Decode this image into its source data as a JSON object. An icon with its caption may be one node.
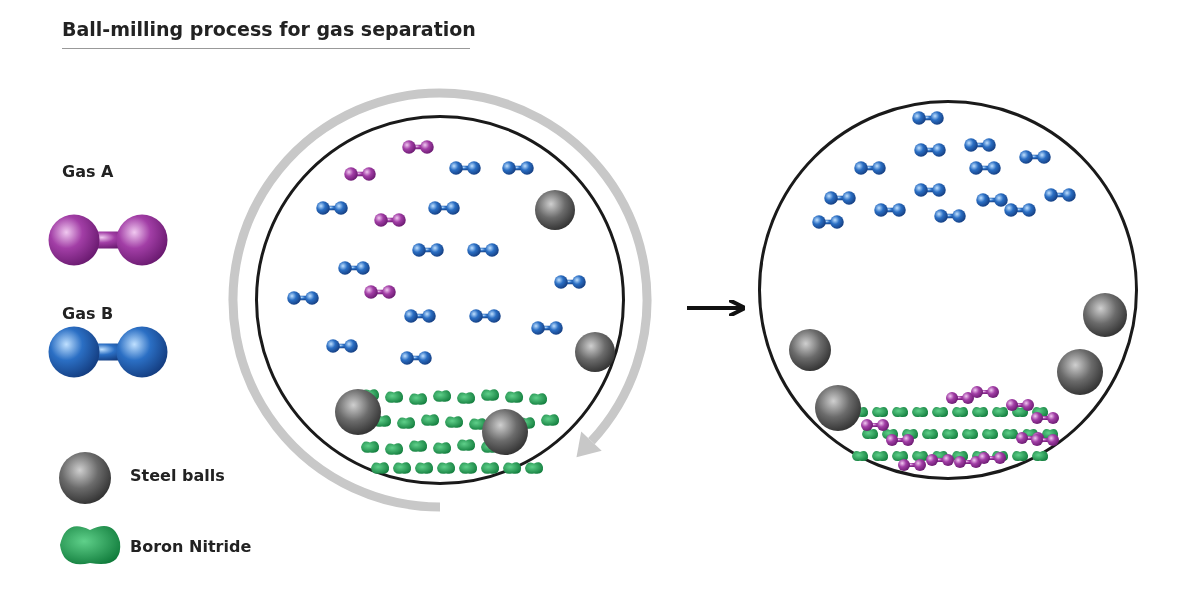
{
  "diagram": {
    "title": "Ball-milling process for gas separation",
    "nodes": [
      {
        "text": [],
        "shape": "circle"
      },
      {
        "text": [],
        "shape": "circle"
      }
    ],
    "edges": [
      {
        "from": 0,
        "to": 1,
        "arrow": "to"
      }
    ],
    "legend": [
      {
        "text": "Gas A"
      },
      {
        "text": "Gas B"
      },
      {
        "text": "Steel balls"
      },
      {
        "text": "Boron Nitride"
      }
    ]
  }
}
